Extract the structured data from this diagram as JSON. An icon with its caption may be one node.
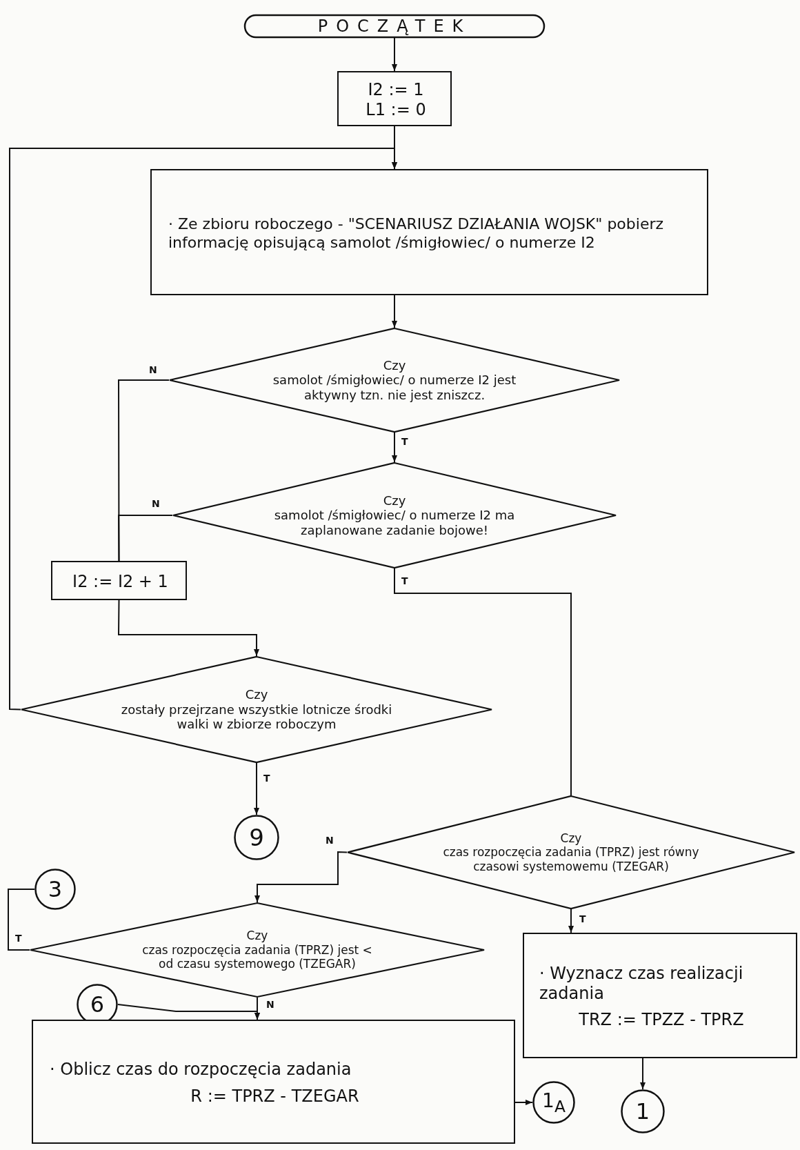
{
  "diagram": {
    "nodes": [
      {
        "text": [
          "POCZĄTEK"
        ]
      },
      {
        "text": [
          "I2 := 1",
          "L1 := 0"
        ]
      },
      {
        "text": [
          "· Ze zbioru roboczego - \"SCENARIUSZ DZIAŁANIA WOJSK\" pobierz informację opisującą samolot /śmigłowiec/ o numerze I2"
        ]
      },
      {
        "text": [
          "Czy",
          "samolot /śmigłowiec/ o numerze I2 jest aktywny tzn. nie jest zniszcz."
        ]
      },
      {
        "text": [
          "Czy",
          "samolot /śmigłowiec/ o numerze I2 ma zaplanowane zadanie bojowe!"
        ]
      },
      {
        "text": [
          "I2 := I2 + 1"
        ]
      },
      {
        "text": [
          "Czy",
          "zostały przejrzane wszystkie lotnicze środki walki w zbiorze roboczym"
        ]
      },
      {
        "text": [
          "9"
        ]
      },
      {
        "text": [
          "Czy",
          "czas rozpoczęcia zadania (TPRZ) jest równy czasowi systemowemu (TZEGAR)"
        ]
      },
      {
        "text": [
          "3"
        ]
      },
      {
        "text": [
          "Czy",
          "czas rozpoczęcia zadania (TPRZ) jest < od czasu systemowego (TZEGAR)"
        ]
      },
      {
        "text": [
          "6"
        ]
      },
      {
        "text": [
          "· Wyznacz czas realizacji zadania",
          "TRZ := TPZZ - TPRZ"
        ]
      },
      {
        "text": [
          "· Oblicz czas do rozpoczęcia zadania",
          "R := TPRZ - TZEGAR"
        ]
      },
      {
        "text": [
          "1$_{A}$"
        ]
      },
      {
        "text": [
          "1"
        ]
      }
    ],
    "edges": [
      {
        "from": 0,
        "to": 1,
        "arrow": "to"
      },
      {
        "from": 1,
        "to": 2,
        "arrow": "to"
      },
      {
        "from": 2,
        "to": 3,
        "arrow": "to"
      },
      {
        "from": 3,
        "to": 4,
        "arrow": "to",
        "label": "T"
      },
      {
        "from": 3,
        "to": 5,
        "arrow": "none",
        "label": "N"
      },
      {
        "from": 4,
        "to": 5,
        "arrow": "none",
        "label": "N"
      },
      {
        "from": 5,
        "to": 6,
        "arrow": "to"
      },
      {
        "from": 4,
        "to": 8,
        "arrow": "none",
        "label": "T"
      },
      {
        "from": 6,
        "to": 2,
        "arrow": "to"
      },
      {
        "from": 6,
        "to": 7,
        "arrow": "to",
        "label": "T"
      },
      {
        "from": 8,
        "to": 10,
        "arrow": "to",
        "label": "N"
      },
      {
        "from": 8,
        "to": 12,
        "arrow": "to",
        "label": "T"
      },
      {
        "from": 10,
        "to": 9,
        "arrow": "none",
        "label": "T"
      },
      {
        "from": 10,
        "to": 13,
        "arrow": "to",
        "label": "N"
      },
      {
        "from": 11,
        "to": 13,
        "arrow": "to"
      },
      {
        "from": 13,
        "to": 14,
        "arrow": "to"
      },
      {
        "from": 12,
        "to": 15,
        "arrow": "to"
      }
    ]
  }
}
